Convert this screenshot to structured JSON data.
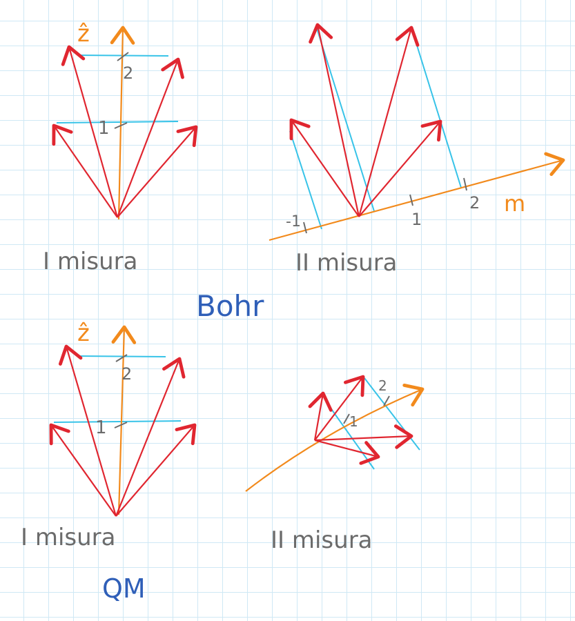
{
  "colors": {
    "red": "#e02630",
    "orange": "#f28a1c",
    "cyan": "#37c3e8",
    "gray": "#6b6b6b",
    "blue": "#2f5fb8"
  },
  "labels": {
    "bohr_title": "Bohr",
    "qm_title": "QM",
    "first_measure": "I misura",
    "second_measure": "II misura",
    "z_axis": "ẑ",
    "m_axis": "m",
    "tick_1": "1",
    "tick_2": "2",
    "tick_m1": "-1"
  }
}
